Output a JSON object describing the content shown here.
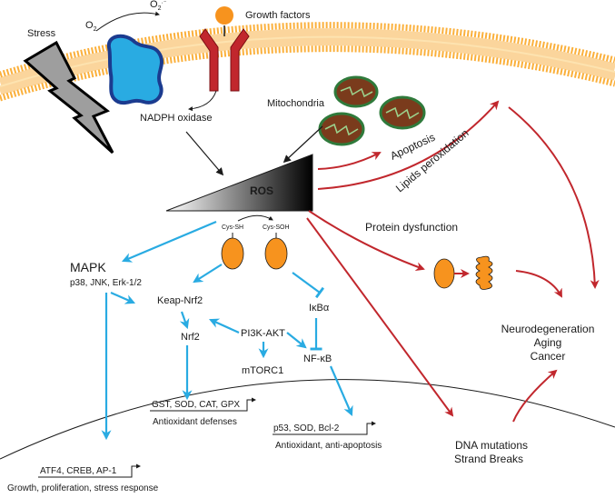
{
  "diagram": {
    "membrane": {
      "stress": "Stress",
      "o2": "O",
      "o2_sub": "2",
      "superoxide": "O",
      "superoxide_sub": "2",
      "superoxide_sup": "·⁻",
      "growth_factors": "Growth factors",
      "nadph_oxidase": "NADPH oxidase",
      "mitochondria": "Mitochondria"
    },
    "ros": {
      "label": "ROS",
      "cys_sh": "Cys-SH",
      "cys_soh": "Cys-SOH"
    },
    "damage": {
      "apoptosis": "Apoptosis",
      "lipids": "Lipids peroxidation",
      "protein": "Protein dysfunction",
      "outcomes": [
        "Neurodegeneration",
        "Aging",
        "Cancer"
      ],
      "dna": [
        "DNA mutations",
        "Strand Breaks"
      ]
    },
    "signaling": {
      "mapk": "MAPK",
      "mapk_sub": "p38, JNK, Erk-1/2",
      "keap": "Keap-Nrf2",
      "nrf2": "Nrf2",
      "pi3k": "PI3K-AKT",
      "mtorc1": "mTORC1",
      "ikba": "IκBα",
      "nfkb": "NF-κB"
    },
    "genes": {
      "g1_genes": "GST, SOD, CAT, GPX",
      "g1_label": "Antioxidant defenses",
      "g2_genes": "p53, SOD, Bcl-2",
      "g2_label": "Antioxidant, anti-apoptosis",
      "g3_genes": "ATF4, CREB, AP-1",
      "g3_label": "Growth, proliferation, stress response"
    },
    "colors": {
      "blue": "#29abe2",
      "red": "#c1272d",
      "orange": "#f7931e",
      "membrane": "#fbb03b",
      "mito": "#7a3b1c"
    }
  }
}
